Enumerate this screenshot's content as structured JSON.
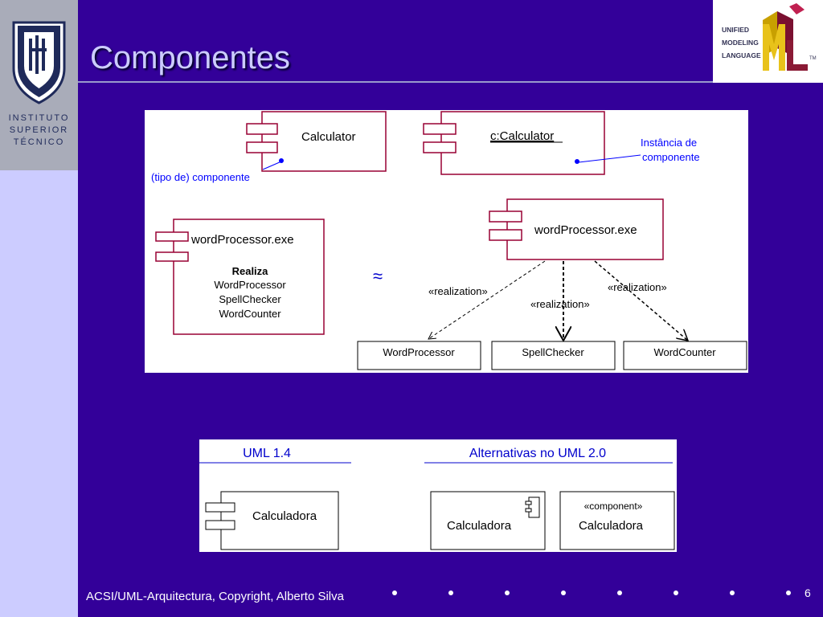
{
  "slide": {
    "title": "Componentes",
    "footer": "ACSI/UML-Arquitectura, Copyright, Alberto Silva",
    "page_number": "6"
  },
  "logo_ist": {
    "lines": [
      "INSTITUTO",
      "SUPERIOR",
      "TÉCNICO"
    ]
  },
  "logo_uml": {
    "lines": [
      "UNIFIED",
      "MODELING",
      "LANGUAGE"
    ],
    "tm": "TM"
  },
  "diagram_top": {
    "calculator_label": "Calculator",
    "instance_label": "c:Calculator",
    "type_note": "(tipo de) componente",
    "instance_note_line1": "Instância de",
    "instance_note_line2": "componente",
    "wp_left_label": "wordProcessor.exe",
    "realiza_title": "Realiza",
    "realiza_items": [
      "WordProcessor",
      "SpellChecker",
      "WordCounter"
    ],
    "approx_symbol": "≈",
    "wp_right_label": "wordProcessor.exe",
    "realization_left": "«realization»",
    "realization_middle": "«realization»",
    "realization_right": "«realization»",
    "class_boxes": [
      "WordProcessor",
      "SpellChecker",
      "WordCounter"
    ]
  },
  "diagram_bottom": {
    "uml14_heading": "UML 1.4",
    "uml20_heading": "Alternativas no UML 2.0",
    "box1_label": "Calculadora",
    "box2_label": "Calculadora",
    "box3_stereotype": "«component»",
    "box3_label": "Calculadora"
  },
  "colors": {
    "background": "#330099",
    "left_band": "#ccccff",
    "box_border": "#990033",
    "note_blue": "#0000ff",
    "heading_blue": "#0000cc"
  }
}
